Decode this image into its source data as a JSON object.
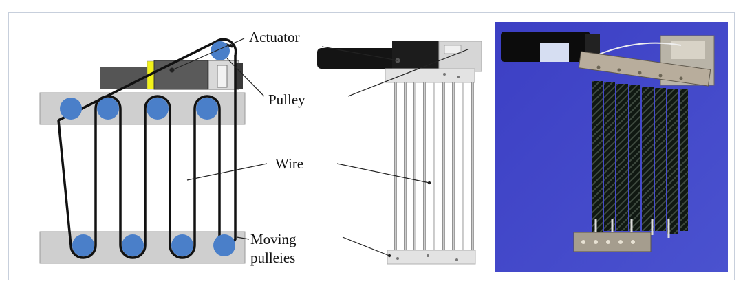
{
  "labels": {
    "actuator": "Actuator",
    "pulley": "Pulley",
    "wire": "Wire",
    "moving_pulleys_line1": "Moving",
    "moving_pulleys_line2": "pulleies"
  },
  "colors": {
    "pulley_blue": "#4a7fc9",
    "plate_gray": "#cfcfcf",
    "wire_black": "#111111",
    "actuator_dark": "#555555",
    "highlight_yellow": "#f2f21a",
    "photo_background_blue": "#3d43c5"
  },
  "panels": [
    "schematic-diagram",
    "model-rendering",
    "prototype-photo"
  ]
}
